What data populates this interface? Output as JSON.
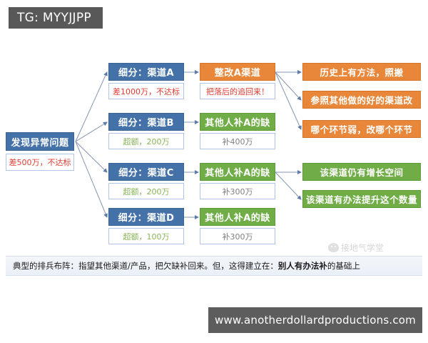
{
  "badge": {
    "text": "TG: MYYJJPP"
  },
  "root": {
    "title": "发现异常问题",
    "note": "差500万，不达标"
  },
  "channels": [
    {
      "title": "细分：渠道A",
      "note": "差1000万，不达标",
      "note_style": "red"
    },
    {
      "title": "细分：渠道B",
      "note": "超额，200万",
      "note_style": "green"
    },
    {
      "title": "细分：渠道C",
      "note": "超额，200万",
      "note_style": "green"
    },
    {
      "title": "细分：渠道D",
      "note": "超额，100万",
      "note_style": "green"
    }
  ],
  "actions": [
    {
      "title": "整改A渠道",
      "note": "把落后的追回来！",
      "color": "orange",
      "note_style": "red"
    },
    {
      "title": "其他人补A的缺",
      "note": "补400万",
      "color": "green",
      "note_style": "gray"
    },
    {
      "title": "其他人补A的缺",
      "note": "补300万",
      "color": "green",
      "note_style": "gray"
    },
    {
      "title": "其他人补A的缺",
      "note": "补300万",
      "color": "green",
      "note_style": "gray"
    }
  ],
  "outcomes": [
    {
      "title": "历史上有方法，照搬",
      "color": "orange"
    },
    {
      "title": "参照其他做的好的渠道改",
      "color": "orange"
    },
    {
      "title": "哪个环节弱，改哪个环节",
      "color": "orange"
    },
    {
      "title": "该渠道仍有增长空间",
      "color": "green"
    },
    {
      "title": "该渠道有办法提升这个数量",
      "color": "green"
    }
  ],
  "caption": {
    "prefix": "典型的排兵布阵：指望其他渠道/产品，把欠缺补回来。但，这得建立在：",
    "bold": "别人有办法补",
    "suffix": "的基础上"
  },
  "watermark": {
    "text": "接地气学堂"
  },
  "footer": {
    "url": "www.anotherdollardproductions.com"
  },
  "colors": {
    "blue": "#4472a8",
    "orange": "#e8873a",
    "green": "#70ad47",
    "red_text": "#e03c31",
    "green_text": "#8ab45a",
    "connector": "#8496b0",
    "badge_bg": "#585858",
    "footer_bg": "#5d5d5d"
  }
}
